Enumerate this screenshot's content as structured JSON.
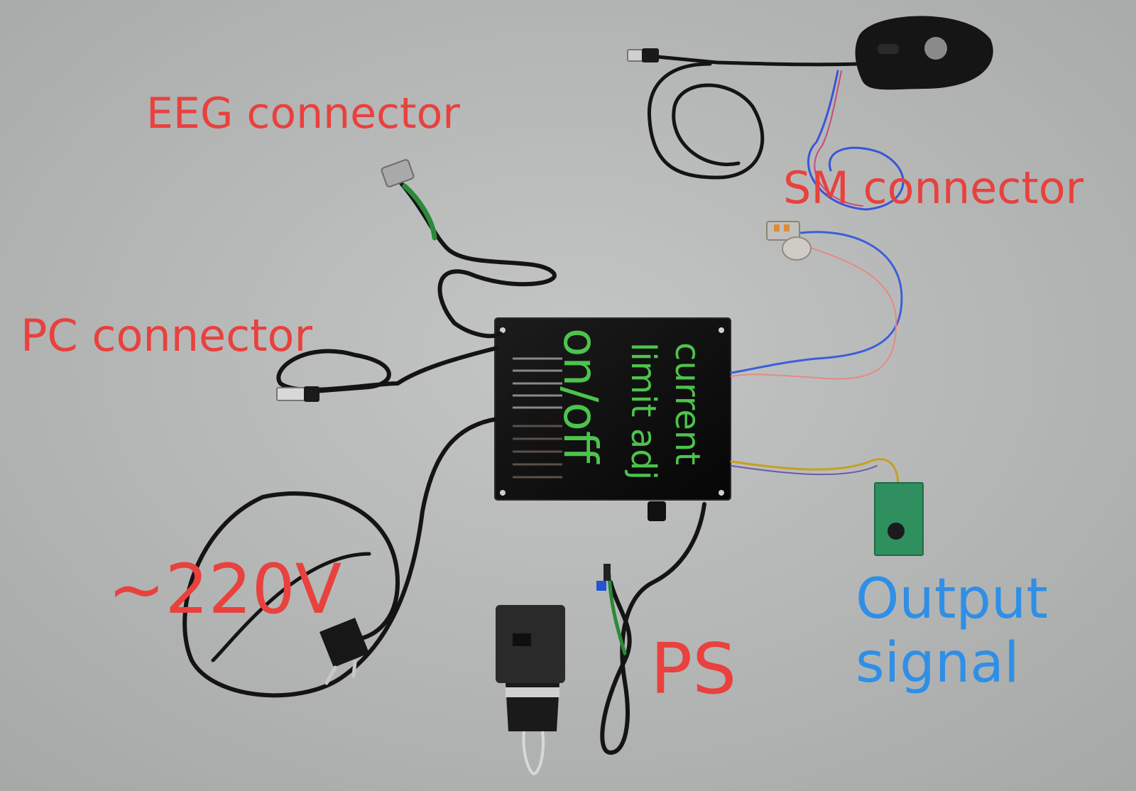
{
  "labels": {
    "eeg_connector": "EEG connector",
    "sm_connector": "SM connector",
    "pc_connector": "PC connector",
    "mains_voltage": "~220V",
    "ps": "PS",
    "output_signal_line1": "Output",
    "output_signal_line2": "signal",
    "box_current": "current",
    "box_limit_adj": "limit adj",
    "box_on_off": "on/off"
  },
  "colors": {
    "label_red": "#e8413e",
    "label_blue": "#2f8fe6",
    "label_green": "#4cc44c",
    "background": "#b9bbba",
    "device_box": "#111111",
    "cable": "#141414"
  }
}
